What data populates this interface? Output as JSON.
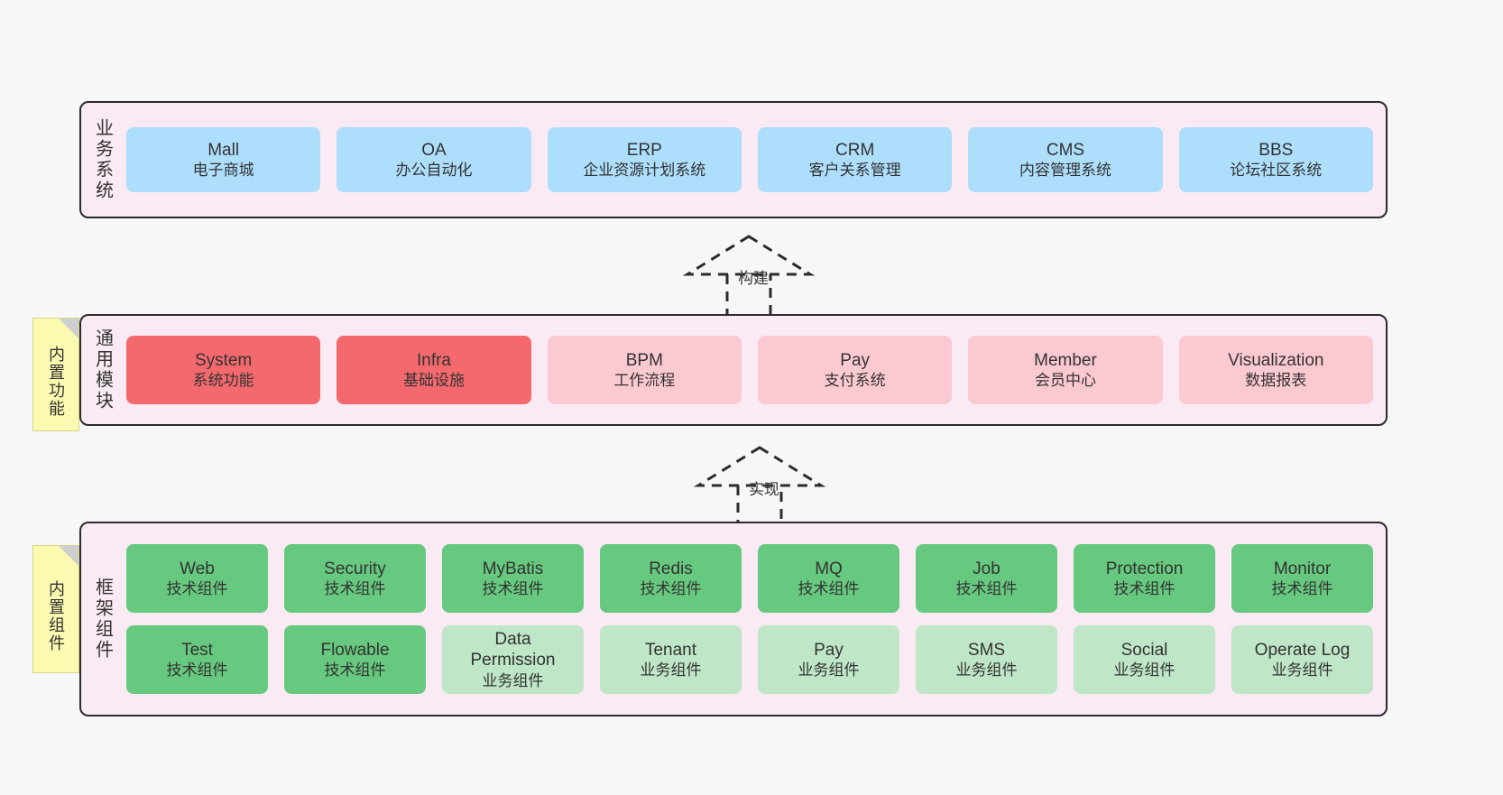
{
  "diagram": {
    "background_color": "#f7f7f7",
    "band_color": "#f9eaf4",
    "border_color": "#2b2b2b"
  },
  "notes": [
    {
      "id": "note-builtin-function",
      "text": "内置功能"
    },
    {
      "id": "note-builtin-component",
      "text": "内置组件"
    }
  ],
  "connectors": [
    {
      "id": "connector-build",
      "label": "构建"
    },
    {
      "id": "connector-implement",
      "label": "实现"
    }
  ],
  "layers": [
    {
      "id": "business-systems",
      "title": "业务系统",
      "color": "#addefc",
      "rows": [
        {
          "cards": [
            {
              "en": "Mall",
              "cn": "电子商城",
              "style": "blue"
            },
            {
              "en": "OA",
              "cn": "办公自动化",
              "style": "blue"
            },
            {
              "en": "ERP",
              "cn": "企业资源计划系统",
              "style": "blue"
            },
            {
              "en": "CRM",
              "cn": "客户关系管理",
              "style": "blue"
            },
            {
              "en": "CMS",
              "cn": "内容管理系统",
              "style": "blue"
            },
            {
              "en": "BBS",
              "cn": "论坛社区系统",
              "style": "blue"
            }
          ]
        }
      ]
    },
    {
      "id": "common-modules",
      "title": "通用模块",
      "color": "#f4696e",
      "rows": [
        {
          "cards": [
            {
              "en": "System",
              "cn": "系统功能",
              "style": "red"
            },
            {
              "en": "Infra",
              "cn": "基础设施",
              "style": "red"
            },
            {
              "en": "BPM",
              "cn": "工作流程",
              "style": "pink"
            },
            {
              "en": "Pay",
              "cn": "支付系统",
              "style": "pink"
            },
            {
              "en": "Member",
              "cn": "会员中心",
              "style": "pink"
            },
            {
              "en": "Visualization",
              "cn": "数据报表",
              "style": "pink"
            }
          ]
        }
      ]
    },
    {
      "id": "framework-components",
      "title": "框架组件",
      "color": "#66c97f",
      "rows": [
        {
          "cards": [
            {
              "en": "Web",
              "cn": "技术组件",
              "style": "green"
            },
            {
              "en": "Security",
              "cn": "技术组件",
              "style": "green"
            },
            {
              "en": "MyBatis",
              "cn": "技术组件",
              "style": "green"
            },
            {
              "en": "Redis",
              "cn": "技术组件",
              "style": "green"
            },
            {
              "en": "MQ",
              "cn": "技术组件",
              "style": "green"
            },
            {
              "en": "Job",
              "cn": "技术组件",
              "style": "green"
            },
            {
              "en": "Protection",
              "cn": "技术组件",
              "style": "green"
            },
            {
              "en": "Monitor",
              "cn": "技术组件",
              "style": "green"
            }
          ]
        },
        {
          "cards": [
            {
              "en": "Test",
              "cn": "技术组件",
              "style": "green"
            },
            {
              "en": "Flowable",
              "cn": "技术组件",
              "style": "green"
            },
            {
              "en": "Data Permission",
              "cn": "业务组件",
              "style": "lightgreen"
            },
            {
              "en": "Tenant",
              "cn": "业务组件",
              "style": "lightgreen"
            },
            {
              "en": "Pay",
              "cn": "业务组件",
              "style": "lightgreen"
            },
            {
              "en": "SMS",
              "cn": "业务组件",
              "style": "lightgreen"
            },
            {
              "en": "Social",
              "cn": "业务组件",
              "style": "lightgreen"
            },
            {
              "en": "Operate Log",
              "cn": "业务组件",
              "style": "lightgreen"
            }
          ]
        }
      ]
    }
  ]
}
